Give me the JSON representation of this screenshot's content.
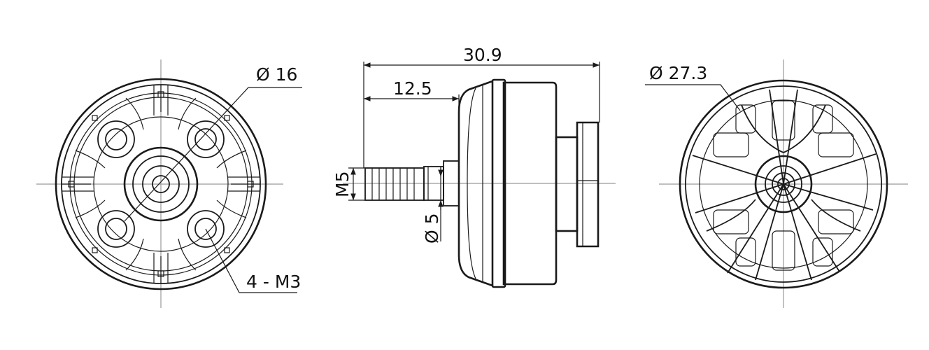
{
  "front_view": {
    "shaft_hole_diameter_label": "Ø 16",
    "mount_holes_label": "4 - M3"
  },
  "side_view": {
    "overall_length_label": "30.9",
    "shaft_length_label": "12.5",
    "thread_label": "M5",
    "shaft_diameter_label": "Ø 5"
  },
  "rear_view": {
    "bell_diameter_label": "Ø 27.3"
  },
  "colors": {
    "line": "#1a1a1a",
    "centerline": "#999999",
    "background": "#ffffff"
  }
}
